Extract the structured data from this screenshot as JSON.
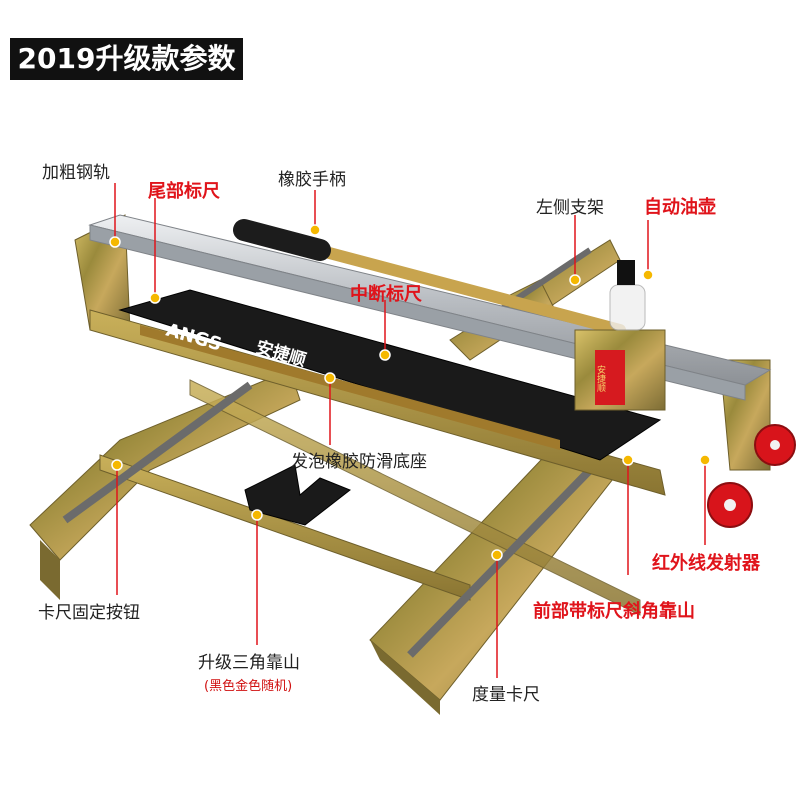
{
  "header": {
    "title": "2019升级款参数"
  },
  "labels": {
    "thick_rail": "加粗钢轨",
    "rubber_handle": "橡胶手柄",
    "tail_ruler": "尾部标尺",
    "left_bracket": "左侧支架",
    "auto_oiler": "自动油壶",
    "middle_ruler": "中断标尺",
    "foam_base": "发泡橡胶防滑底座",
    "infrared_emitter": "红外线发射器",
    "caliper_button": "卡尺固定按钮",
    "front_bevel_stop": "前部带标尺斜角靠山",
    "triangle_stop": "升级三角靠山",
    "triangle_note": "(黑色金色随机)",
    "measuring_caliper": "度量卡尺"
  },
  "product": {
    "brand": "ANGS",
    "brand_cn": "安捷顺",
    "head_brand": "安捷顺"
  },
  "colors": {
    "label_red": "#e0141b",
    "callout_line": "#e0141b",
    "dot": "#f5b800",
    "zinc_gold": "#b89a3a",
    "base_black": "#1a1a1a",
    "rail_silver": "#c9ccd0",
    "wheel_red": "#d8141b"
  }
}
